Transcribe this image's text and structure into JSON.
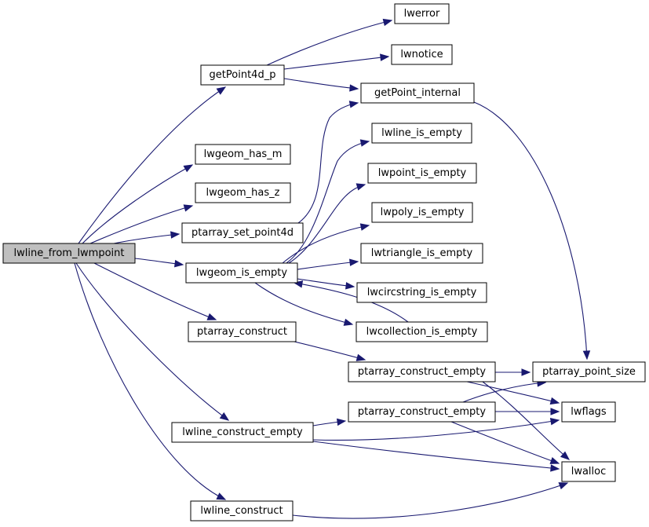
{
  "colors": {
    "edge": "#191970",
    "node_border": "#000000",
    "node_fill": "#ffffff",
    "root_fill": "#bfbfbf"
  },
  "nodes": [
    {
      "id": "lwline_from_lwmpoint",
      "label": "lwline_from_lwmpoint",
      "root": true
    },
    {
      "id": "getPoint4d_p",
      "label": "getPoint4d_p"
    },
    {
      "id": "lwerror",
      "label": "lwerror"
    },
    {
      "id": "lwnotice",
      "label": "lwnotice"
    },
    {
      "id": "getPoint_internal",
      "label": "getPoint_internal"
    },
    {
      "id": "lwgeom_has_m",
      "label": "lwgeom_has_m"
    },
    {
      "id": "lwgeom_has_z",
      "label": "lwgeom_has_z"
    },
    {
      "id": "ptarray_set_point4d",
      "label": "ptarray_set_point4d"
    },
    {
      "id": "lwline_is_empty",
      "label": "lwline_is_empty"
    },
    {
      "id": "lwpoint_is_empty",
      "label": "lwpoint_is_empty"
    },
    {
      "id": "lwpoly_is_empty",
      "label": "lwpoly_is_empty"
    },
    {
      "id": "lwgeom_is_empty",
      "label": "lwgeom_is_empty"
    },
    {
      "id": "lwtriangle_is_empty",
      "label": "lwtriangle_is_empty"
    },
    {
      "id": "lwcircstring_is_empty",
      "label": "lwcircstring_is_empty"
    },
    {
      "id": "lwcollection_is_empty",
      "label": "lwcollection_is_empty"
    },
    {
      "id": "ptarray_construct",
      "label": "ptarray_construct"
    },
    {
      "id": "ptarray_construct_empty_1",
      "label": "ptarray_construct_empty"
    },
    {
      "id": "ptarray_point_size",
      "label": "ptarray_point_size"
    },
    {
      "id": "ptarray_construct_empty_2",
      "label": "ptarray_construct_empty"
    },
    {
      "id": "lwflags",
      "label": "lwflags"
    },
    {
      "id": "lwline_construct_empty",
      "label": "lwline_construct_empty"
    },
    {
      "id": "lwalloc",
      "label": "lwalloc"
    },
    {
      "id": "lwline_construct",
      "label": "lwline_construct"
    }
  ],
  "edges": [
    {
      "from": "lwline_from_lwmpoint",
      "to": "getPoint4d_p"
    },
    {
      "from": "lwline_from_lwmpoint",
      "to": "lwgeom_has_m"
    },
    {
      "from": "lwline_from_lwmpoint",
      "to": "lwgeom_has_z"
    },
    {
      "from": "lwline_from_lwmpoint",
      "to": "ptarray_set_point4d"
    },
    {
      "from": "lwline_from_lwmpoint",
      "to": "lwgeom_is_empty"
    },
    {
      "from": "lwline_from_lwmpoint",
      "to": "ptarray_construct"
    },
    {
      "from": "lwline_from_lwmpoint",
      "to": "lwline_construct_empty"
    },
    {
      "from": "lwline_from_lwmpoint",
      "to": "lwline_construct"
    },
    {
      "from": "getPoint4d_p",
      "to": "lwerror"
    },
    {
      "from": "getPoint4d_p",
      "to": "lwnotice"
    },
    {
      "from": "getPoint4d_p",
      "to": "getPoint_internal"
    },
    {
      "from": "getPoint_internal",
      "to": "ptarray_point_size"
    },
    {
      "from": "ptarray_set_point4d",
      "to": "getPoint_internal"
    },
    {
      "from": "lwgeom_is_empty",
      "to": "lwline_is_empty"
    },
    {
      "from": "lwgeom_is_empty",
      "to": "lwpoint_is_empty"
    },
    {
      "from": "lwgeom_is_empty",
      "to": "lwpoly_is_empty"
    },
    {
      "from": "lwgeom_is_empty",
      "to": "lwtriangle_is_empty"
    },
    {
      "from": "lwgeom_is_empty",
      "to": "lwcircstring_is_empty"
    },
    {
      "from": "lwgeom_is_empty",
      "to": "lwcollection_is_empty"
    },
    {
      "from": "lwcollection_is_empty",
      "to": "lwgeom_is_empty"
    },
    {
      "from": "ptarray_construct",
      "to": "ptarray_construct_empty_1"
    },
    {
      "from": "ptarray_construct_empty_1",
      "to": "ptarray_point_size"
    },
    {
      "from": "ptarray_construct_empty_1",
      "to": "lwflags"
    },
    {
      "from": "ptarray_construct_empty_1",
      "to": "lwalloc"
    },
    {
      "from": "lwline_construct_empty",
      "to": "ptarray_construct_empty_2"
    },
    {
      "from": "lwline_construct_empty",
      "to": "lwflags"
    },
    {
      "from": "lwline_construct_empty",
      "to": "lwalloc"
    },
    {
      "from": "ptarray_construct_empty_2",
      "to": "ptarray_point_size"
    },
    {
      "from": "ptarray_construct_empty_2",
      "to": "lwflags"
    },
    {
      "from": "ptarray_construct_empty_2",
      "to": "lwalloc"
    },
    {
      "from": "lwline_construct",
      "to": "lwalloc"
    }
  ]
}
